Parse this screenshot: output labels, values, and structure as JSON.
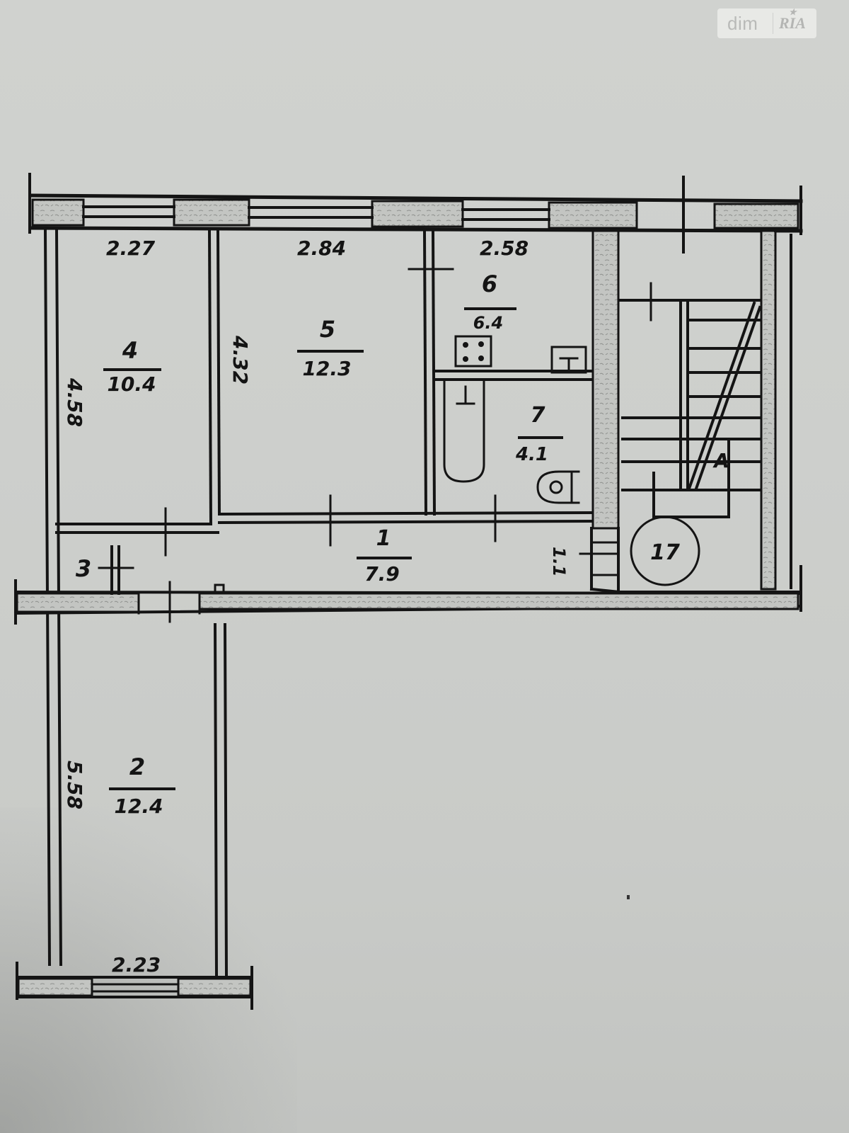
{
  "watermark": {
    "brand": "dim",
    "brand_suffix": "RIA"
  },
  "colors": {
    "paper": "#cdcfcc",
    "ink": "#141414",
    "wall_hatch": "#b8bab7"
  },
  "dimensions": {
    "top_room4_width": "2.27",
    "top_room5_width": "2.84",
    "top_room6_width": "2.58",
    "room4_length": "4.58",
    "room5_length": "4.32",
    "hall_width": "1.1",
    "room2_length": "5.58",
    "room2_width": "2.23"
  },
  "rooms": [
    {
      "number": "1",
      "area": "7.9"
    },
    {
      "number": "2",
      "area": "12.4"
    },
    {
      "number": "3",
      "area": ""
    },
    {
      "number": "4",
      "area": "10.4"
    },
    {
      "number": "5",
      "area": "12.3"
    },
    {
      "number": "6",
      "area": "6.4"
    },
    {
      "number": "7",
      "area": "4.1"
    }
  ],
  "stair": {
    "marker": "A",
    "apartment_no": "17"
  }
}
